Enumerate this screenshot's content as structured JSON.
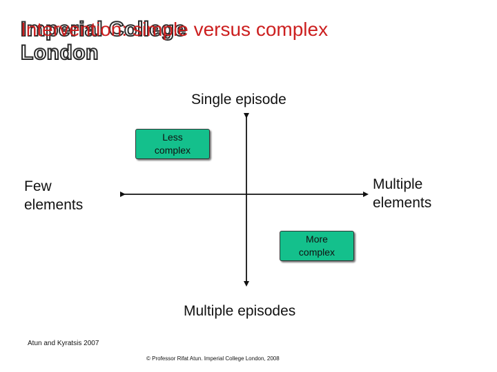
{
  "slide": {
    "logo_line1": "Imperial College",
    "logo_line2": "London",
    "title": "Intervention: simple versus complex"
  },
  "diagram": {
    "top_label": "Single episode",
    "bottom_label": "Multiple episodes",
    "left_label_1": "Few",
    "left_label_2": "elements",
    "right_label_1": "Multiple",
    "right_label_2": "elements",
    "box_less_1": "Less",
    "box_less_2": "complex",
    "box_more_1": "More",
    "box_more_2": "complex",
    "box_color": "#14c08c"
  },
  "footer": {
    "citation": "Atun and Kyratsis 2007",
    "copyright": "© Professor Rifat Atun. Imperial College London, 2008"
  }
}
